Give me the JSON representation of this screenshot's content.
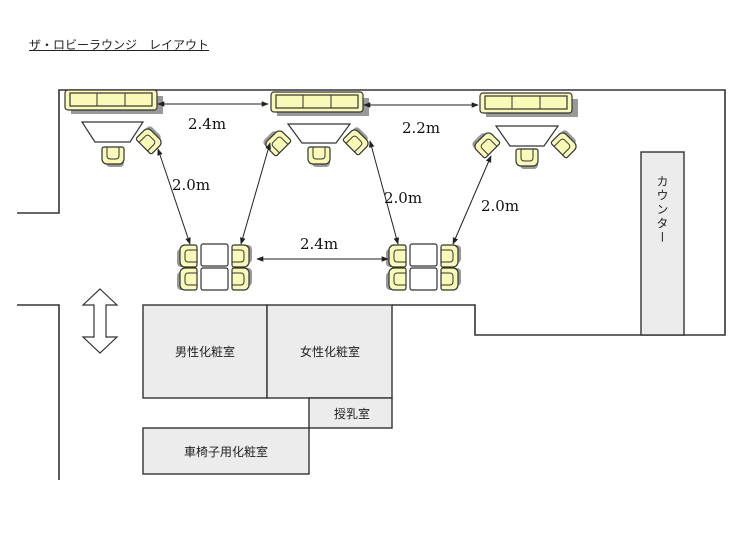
{
  "title": "ザ・ロビーラウンジ　レイアウト",
  "distances": {
    "sofa1_sofa2": "2.4m",
    "sofa2_sofa3": "2.2m",
    "left_diag": "2.0m",
    "center_diag": "2.0m",
    "right_diag": "2.0m",
    "tables": "2.4m"
  },
  "rooms": {
    "mens": "男性化粧室",
    "womens": "女性化粧室",
    "nursing": "授乳室",
    "wheelchair": "車椅子用化粧室"
  },
  "counter": "カウンター",
  "colors": {
    "furniture": "#fafab8",
    "room": "#ececec"
  }
}
